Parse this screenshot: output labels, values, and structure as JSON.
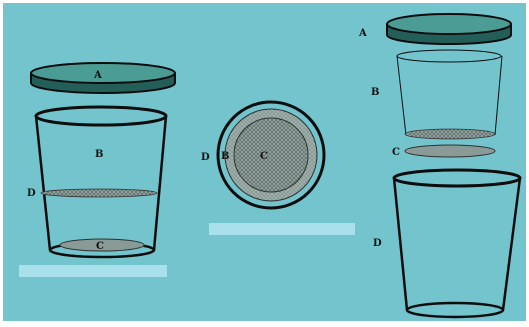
{
  "colors": {
    "background": "#73c4cd",
    "outline": "#0d0d0d",
    "lid_top": "#4a9c94",
    "lid_rim": "#235e58",
    "disc": "#8a9a96",
    "stipple_dark": "#3e4a48",
    "base_bar": "#a8e0ec"
  },
  "figures": {
    "assembled": {
      "lid": "A",
      "upper_chamber": "B",
      "filter_disc": "C",
      "lower_container": "D"
    },
    "top_view": {
      "outer_ring": "D",
      "middle_ring": "B",
      "center": "C"
    },
    "exploded": {
      "lid": "A",
      "upper_chamber": "B",
      "filter_disc": "C",
      "lower_container": "D"
    }
  }
}
